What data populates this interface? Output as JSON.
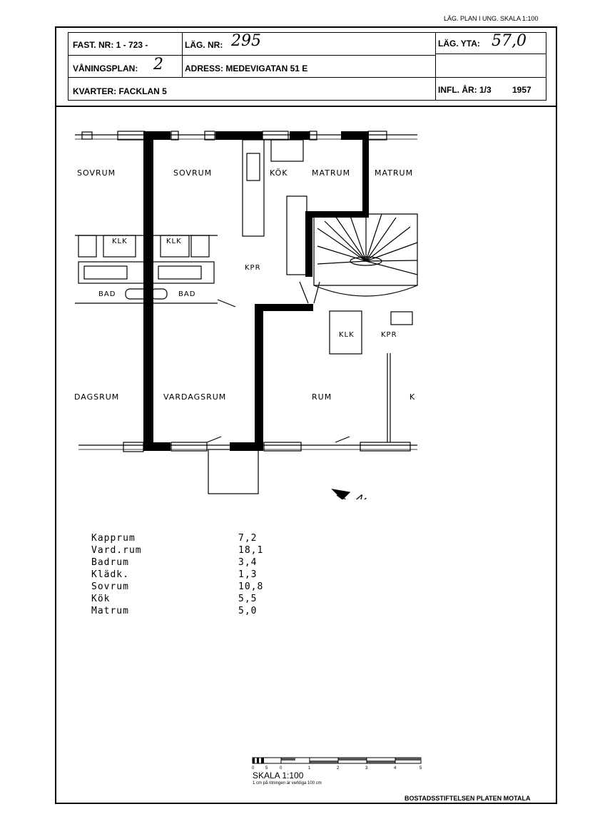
{
  "top_caption": "LÄG. PLAN I UNG. SKALA 1:100",
  "header": {
    "fast_nr_label": "FAST. NR: 1 - 723 -",
    "lag_nr_label": "LÄG. NR:",
    "lag_nr_value": "295",
    "lag_yta_label": "LÄG. YTA:",
    "lag_yta_value": "57,0",
    "vaningsplan_label": "VÅNINGSPLAN:",
    "vaningsplan_value": "2",
    "adress_label": "ADRESS: MEDEVIGATAN 51 E",
    "kvarter_label": "KVARTER: FACKLAN 5",
    "infl_label": "INFL. ÅR: 1/3",
    "infl_year": "1957"
  },
  "rooms": {
    "sovrum_left": "SOVRUM",
    "sovrum_mid": "SOVRUM",
    "kok": "KÖK",
    "matrum_1": "MATRUM",
    "matrum_2": "MATRUM",
    "klk_1": "KLK",
    "klk_2": "KLK",
    "bad_1": "BAD",
    "bad_2": "BAD",
    "kpr_main": "KPR",
    "klk_3": "KLK",
    "kpr_2": "KPR",
    "dagsrum": "DAGSRUM",
    "vardagsrum": "VARDAGSRUM",
    "rum": "RUM",
    "k_partial": "K"
  },
  "north_label": "Norr",
  "areas": [
    {
      "name": "Kapprum",
      "value": "7,2"
    },
    {
      "name": "Vard.rum",
      "value": "18,1"
    },
    {
      "name": "Badrum",
      "value": "3,4"
    },
    {
      "name": "Klädk.",
      "value": "1,3"
    },
    {
      "name": "Sovrum",
      "value": "10,8"
    },
    {
      "name": "Kök",
      "value": "5,5"
    },
    {
      "name": "Matrum",
      "value": "5,0"
    }
  ],
  "scale": {
    "ticks": [
      "0",
      "5",
      "0",
      "1",
      "2",
      "3",
      "4",
      "5"
    ],
    "title": "SKALA 1:100",
    "note": "1 cm på ritningen är verkliga 100 cm"
  },
  "footer": "BOSTADSSTIFTELSEN PLATEN MOTALA"
}
